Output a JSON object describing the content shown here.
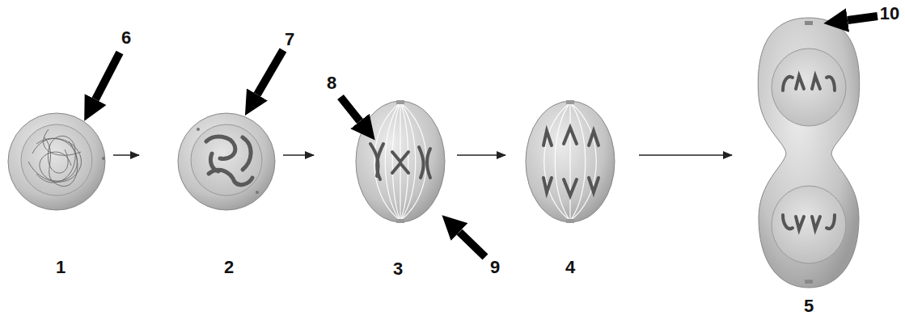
{
  "diagram": {
    "labels": [
      "6",
      "7",
      "8",
      "9",
      "10",
      "1",
      "2",
      "3",
      "4",
      "5"
    ]
  }
}
